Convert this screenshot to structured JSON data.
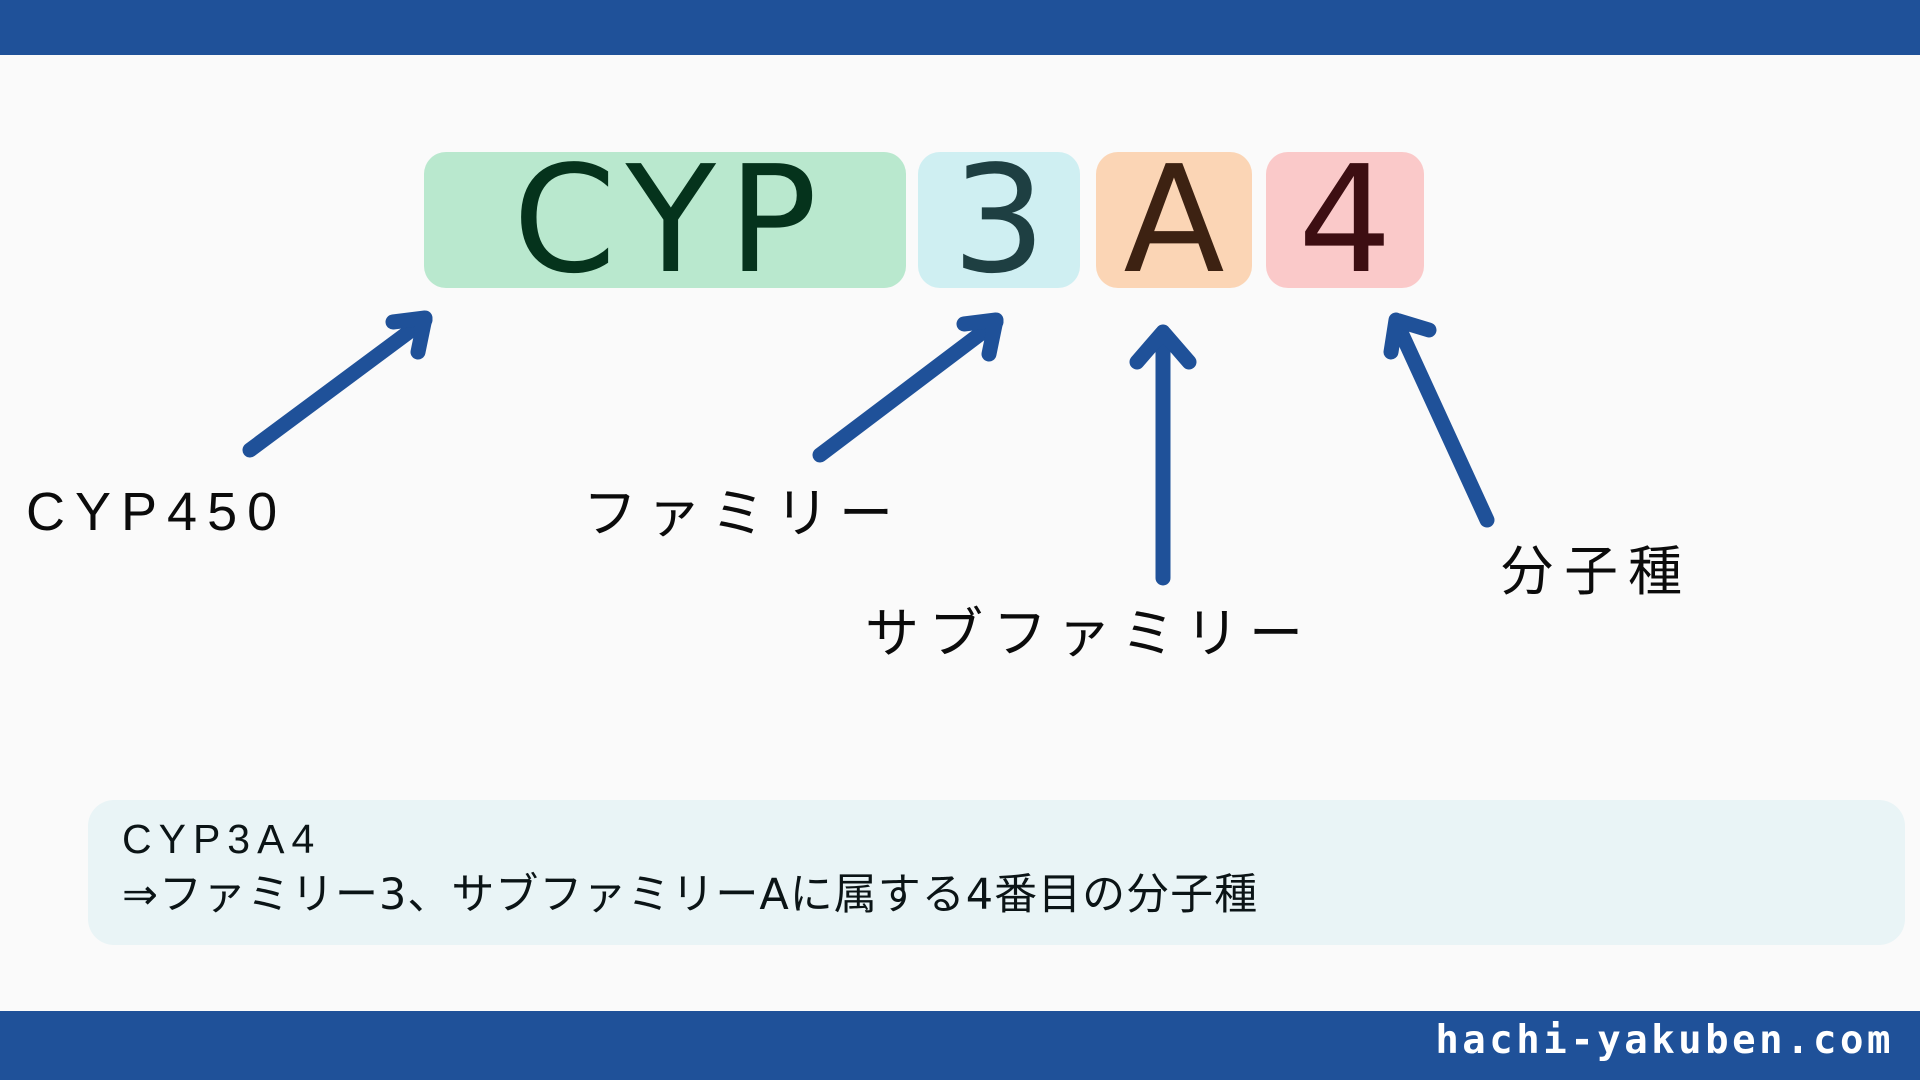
{
  "theme": {
    "brand_blue": "#1F5199",
    "page_background": "#FAFAFA",
    "arrow_color": "#1F5199",
    "callout_background": "#E9F4F6"
  },
  "header": {
    "band_color": "#1F5199"
  },
  "headline": {
    "full_term": "CYP3A4",
    "segments": [
      {
        "text": "CYP",
        "background": "#B9E8CE",
        "color": "#05331C",
        "name": "cyp-prefix"
      },
      {
        "text": "3",
        "background": "#CFEFF2",
        "color": "#1E3F42",
        "name": "family-number"
      },
      {
        "text": "A",
        "background": "#FBD5B5",
        "color": "#3D2212",
        "name": "subfamily-letter"
      },
      {
        "text": "4",
        "background": "#FAC9C9",
        "color": "#3D0E12",
        "name": "molecular-species-number"
      }
    ]
  },
  "annotations": [
    {
      "id": "cyp450",
      "label": "CYP450"
    },
    {
      "id": "family",
      "label": "ファミリー"
    },
    {
      "id": "subfamily",
      "label": "サブファミリー"
    },
    {
      "id": "molecular",
      "label": "分子種"
    }
  ],
  "annotation_labels": {
    "cyp450": "CYP450",
    "family": "ファミリー",
    "subfamily": "サブファミリー",
    "molecular": "分子種"
  },
  "summary": {
    "line1": "CYP3A4",
    "line2": "⇒ファミリー3、サブファミリーAに属する4番目の分子種"
  },
  "footer": {
    "site_url": "hachi-yakuben.com",
    "band_color": "#1F5199"
  }
}
